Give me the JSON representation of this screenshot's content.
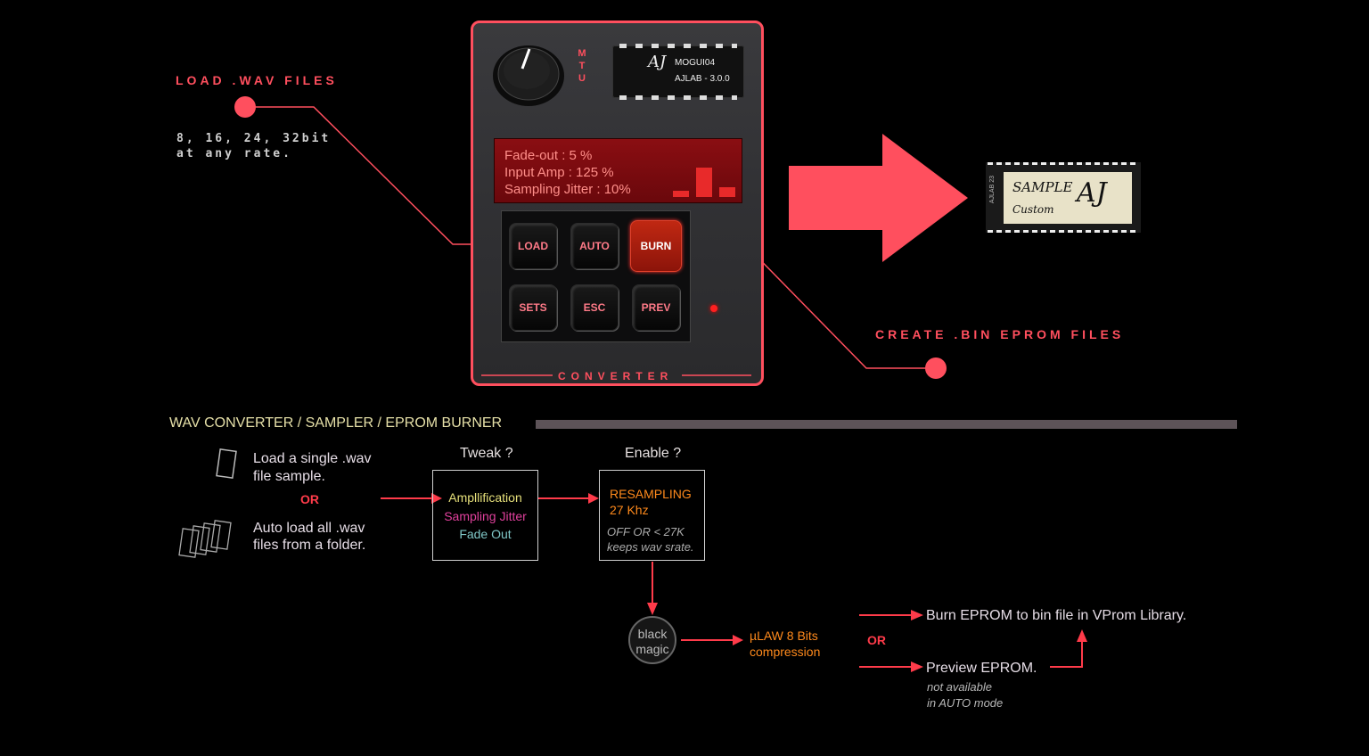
{
  "callouts": {
    "load_title": "LOAD .WAV FILES",
    "load_sub_1": "8, 16, 24, 32bit",
    "load_sub_2": "at any rate.",
    "create_title": "CREATE .BIN EPROM FILES"
  },
  "device": {
    "mtu_label": "M\nT\nU",
    "chip_name": "MOGUI04",
    "chip_version": "AJLAB - 3.0.0",
    "chip_logo": "AJ",
    "lcd_lines": [
      "Fade-out : 5 %",
      "Input Amp : 125 %",
      "Sampling Jitter : 10%"
    ],
    "lcd_levels": [
      0.12,
      0.55,
      0.18
    ],
    "buttons": {
      "load": "LOAD",
      "auto": "AUTO",
      "burn": "BURN",
      "sets": "SETS",
      "esc": "ESC",
      "prev": "PREV"
    },
    "footer": "CONVERTER",
    "accent_color": "#ff4f5e"
  },
  "eprom": {
    "side_text": "AJLAB 23",
    "sample": "SAMPLE",
    "custom": "Custom",
    "logo": "AJ"
  },
  "flow": {
    "section_title": "WAV CONVERTER / SAMPLER / EPROM BURNER",
    "load_single_1": "Load a single .wav",
    "load_single_2": "file sample.",
    "or_1": "OR",
    "auto_load_1": "Auto load all .wav",
    "auto_load_2": "files from a folder.",
    "tweak_title": "Tweak ?",
    "tweak_items": [
      "Ampllification",
      "Sampling Jitter",
      "Fade Out"
    ],
    "enable_title": "Enable ?",
    "resampling": "RESAMPLING",
    "resampling_rate": "27 Khz",
    "resampling_note_1": "OFF OR < 27K",
    "resampling_note_2": "keeps wav srate.",
    "magic_1": "black",
    "magic_2": "magic",
    "compression_1": "µLAW 8 Bits",
    "compression_2": "compression",
    "or_2": "OR",
    "burn_text": "Burn EPROM to bin file in VProm Library.",
    "preview_text": "Preview EPROM.",
    "preview_note_1": "not available",
    "preview_note_2": "in AUTO mode"
  }
}
